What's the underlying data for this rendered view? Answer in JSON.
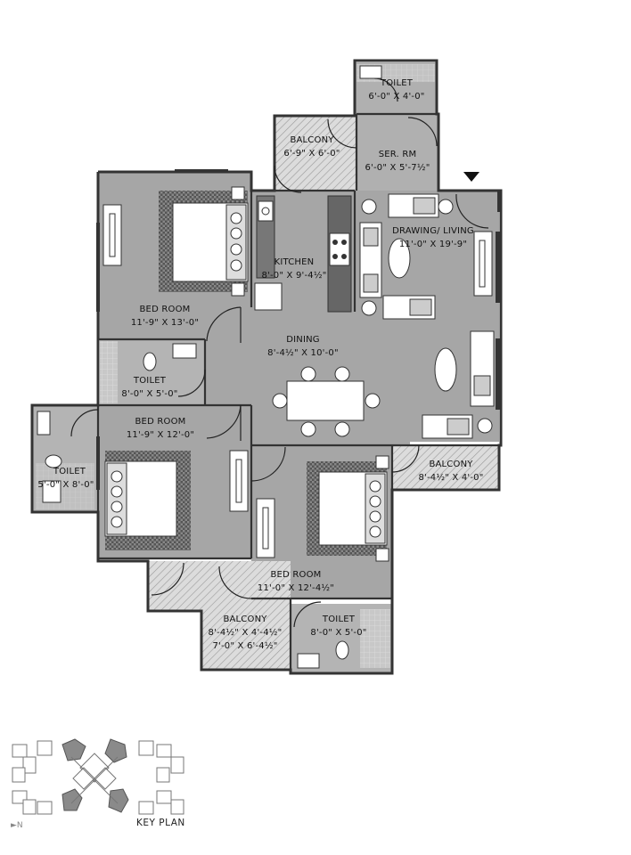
{
  "rooms": {
    "toilet_top": {
      "name": "TOILET",
      "size": "6'-0\" X 4'-0\""
    },
    "balcony_top": {
      "name": "BALCONY",
      "size": "6'-9\" X 6'-0\""
    },
    "ser_rm": {
      "name": "SER. RM",
      "size": "6'-0\" X 5'-7½\""
    },
    "drawing_living": {
      "name": "DRAWING/ LIVING",
      "size": "11'-0\" X 19'-9\""
    },
    "kitchen": {
      "name": "KITCHEN",
      "size": "8'-0\" X 9'-4½\""
    },
    "bedroom_1": {
      "name": "BED ROOM",
      "size": "11'-9\" X 13'-0\""
    },
    "dining": {
      "name": "DINING",
      "size": "8'-4½\" X 10'-0\""
    },
    "toilet_mid": {
      "name": "TOILET",
      "size": "8'-0\" X 5'-0\""
    },
    "bedroom_2": {
      "name": "BED ROOM",
      "size": "11'-9\" X 12'-0\""
    },
    "toilet_left": {
      "name": "TOILET",
      "size": "5'-0\" X 8'-0\""
    },
    "balcony_right": {
      "name": "BALCONY",
      "size": "8'-4½\" X 4'-0\""
    },
    "bedroom_3": {
      "name": "BED ROOM",
      "size": "11'-0\" X 12'-4½\""
    },
    "balcony_bottom": {
      "name": "BALCONY",
      "size_1": "8'-4½\" X 4'-4½\"",
      "size_2": "7'-0\" X 6'-4½\""
    },
    "toilet_bottom": {
      "name": "TOILET",
      "size": "8'-0\" X 5'-0\""
    }
  },
  "key_plan": {
    "title": "KEY PLAN",
    "north": "N"
  },
  "colors": {
    "room": "#a9a9a9",
    "wall": "#333333",
    "furniture": "#ffffff",
    "balcony": "#d4d4d4"
  }
}
